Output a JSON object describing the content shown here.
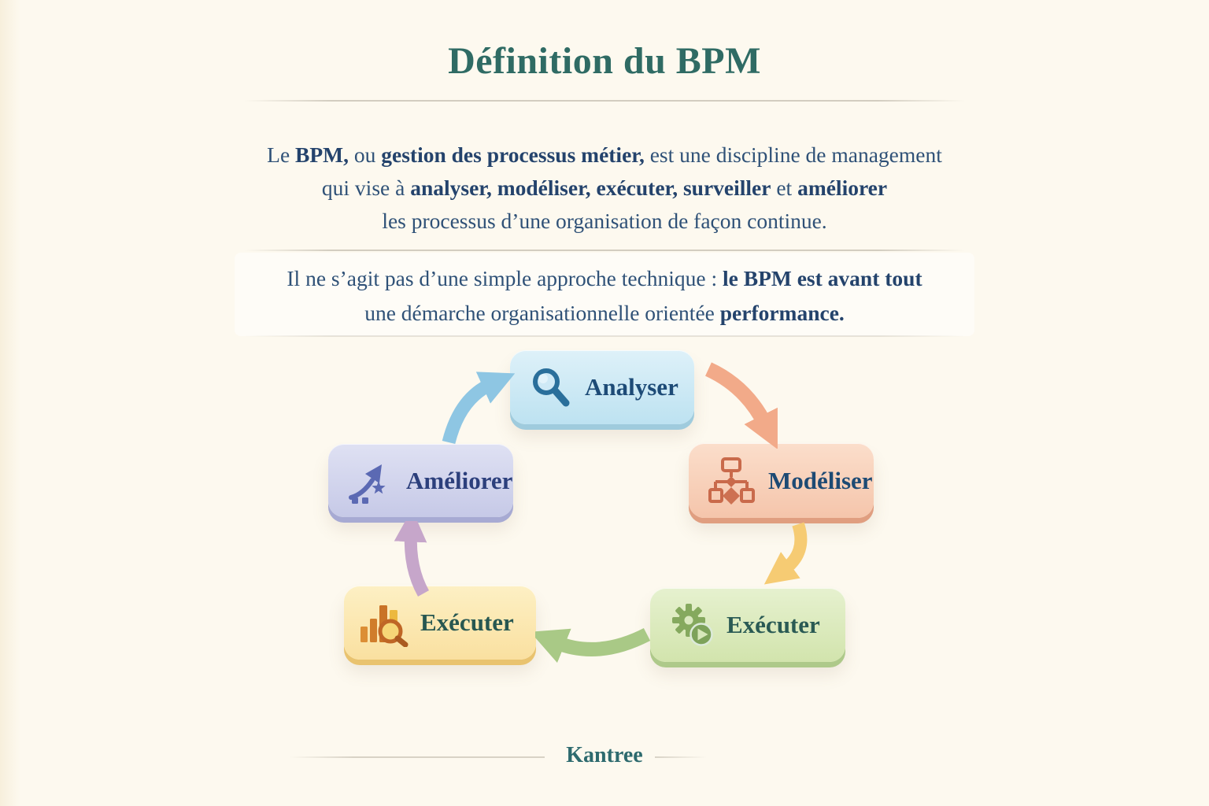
{
  "header": {
    "title": "Définition du BPM"
  },
  "intro": {
    "line1": {
      "s0": "Le ",
      "s1": "BPM,",
      "s2": " ou ",
      "s3": "gestion des processus métier,",
      "s4": " est une discipline de management"
    },
    "line2": {
      "s0": "qui vise à ",
      "s1": "analyser, modéliser, exécuter, surveiller",
      "s2": " et ",
      "s3": "améliorer"
    },
    "line3": {
      "s0": "les processus d’une organisation de façon continue."
    }
  },
  "note": {
    "line1": {
      "s0": "Il ne s’agit pas d’une simple approche technique : ",
      "s1": "le BPM est avant tout"
    },
    "line2": {
      "s0": "une démarche organisationnelle orientée ",
      "s1": "performance."
    }
  },
  "diagram": {
    "nodes": [
      {
        "id": "analyser",
        "label": "Analyser",
        "icon": "magnifier-icon",
        "fill": "#cde8f5",
        "accent": "#2a6f9b",
        "text_color": "#1d4b77"
      },
      {
        "id": "modeliser",
        "label": "Modéliser",
        "icon": "flowchart-icon",
        "fill": "#f8d2ba",
        "accent": "#c96a4b",
        "text_color": "#1d4a74"
      },
      {
        "id": "executer-vert",
        "label": "Exécuter",
        "icon": "gear-play-icon",
        "fill": "#dcebb9",
        "accent": "#7fa65a",
        "text_color": "#2a5a54"
      },
      {
        "id": "executer-jaune",
        "label": "Exécuter",
        "icon": "bar-chart-magnifier-icon",
        "fill": "#fbe7b2",
        "accent": "#c97327",
        "text_color": "#275751"
      },
      {
        "id": "ameliorer",
        "label": "Améliorer",
        "icon": "growth-arrow-star-icon",
        "fill": "#d2d5ec",
        "accent": "#5b69b3",
        "text_color": "#2c3f7c"
      }
    ],
    "arrows": [
      {
        "from": "ameliorer",
        "to": "analyser",
        "color": "#8ec6e3"
      },
      {
        "from": "analyser",
        "to": "modeliser",
        "color": "#f2aa89"
      },
      {
        "from": "modeliser",
        "to": "executer-vert",
        "color": "#f6cb73"
      },
      {
        "from": "executer-vert",
        "to": "executer-jaune",
        "color": "#a9c986"
      },
      {
        "from": "executer-jaune",
        "to": "ameliorer",
        "color": "#c6a6ca"
      }
    ]
  },
  "footer": {
    "brand": "Kantree"
  }
}
